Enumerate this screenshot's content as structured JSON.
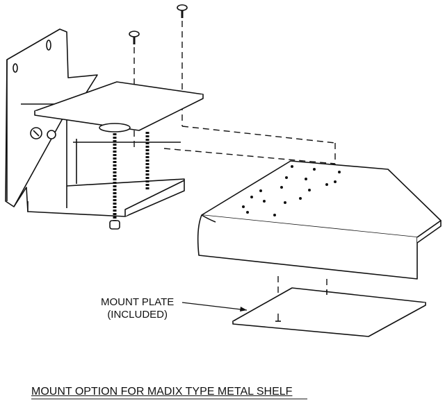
{
  "labels": {
    "mount_plate_line1": "MOUNT PLATE",
    "mount_plate_line2": "(INCLUDED)"
  },
  "title": "MOUNT OPTION FOR MADIX TYPE METAL SHELF",
  "colors": {
    "line": "#111111",
    "background": "#ffffff"
  }
}
